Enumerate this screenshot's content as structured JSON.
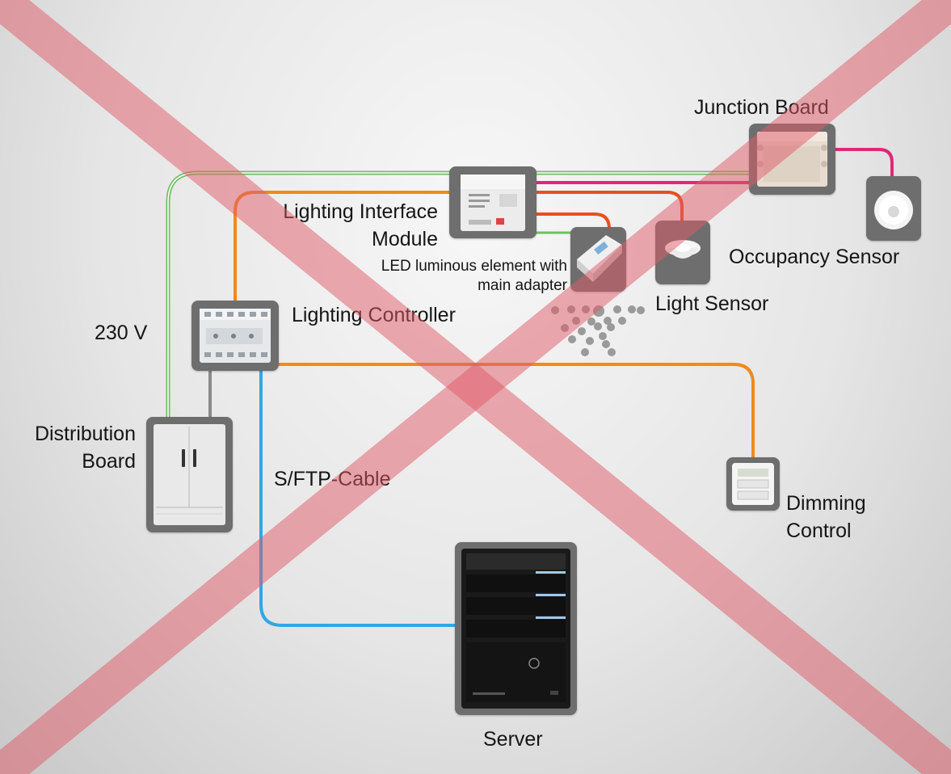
{
  "labels": {
    "junction_board": "Junction Board",
    "lighting_interface_line1": "Lighting Interface",
    "lighting_interface_line2": "Module",
    "led_line1": "LED luminous element  with",
    "led_line2": "main adapter",
    "occupancy_sensor": "Occupancy Sensor",
    "light_sensor": "Light Sensor",
    "lighting_controller": "Lighting Controller",
    "voltage": "230 V",
    "distribution_line1": "Distribution",
    "distribution_line2": "Board",
    "cable": "S/FTP-Cable",
    "dimming_line1": "Dimming",
    "dimming_line2": "Control",
    "server": "Server"
  },
  "colors": {
    "wire_orange": "#f08a1c",
    "wire_red": "#e8501e",
    "wire_pink": "#e0287a",
    "wire_green": "#6fc060",
    "wire_blue": "#2fa8e6",
    "wire_gray": "#8a8a8a",
    "tile_gray": "#6e6e6e",
    "cross_red": "#e05a68"
  },
  "icons": {
    "junction_board": "junction-box-icon",
    "interface_module": "din-rail-module-icon",
    "led_adapter": "led-driver-icon",
    "occupancy_sensor": "ceiling-sensor-icon",
    "light_sensor": "light-sensor-icon",
    "controller": "din-controller-icon",
    "distribution_board": "cabinet-icon",
    "dimming_control": "wall-switch-icon",
    "server": "server-tower-icon"
  }
}
